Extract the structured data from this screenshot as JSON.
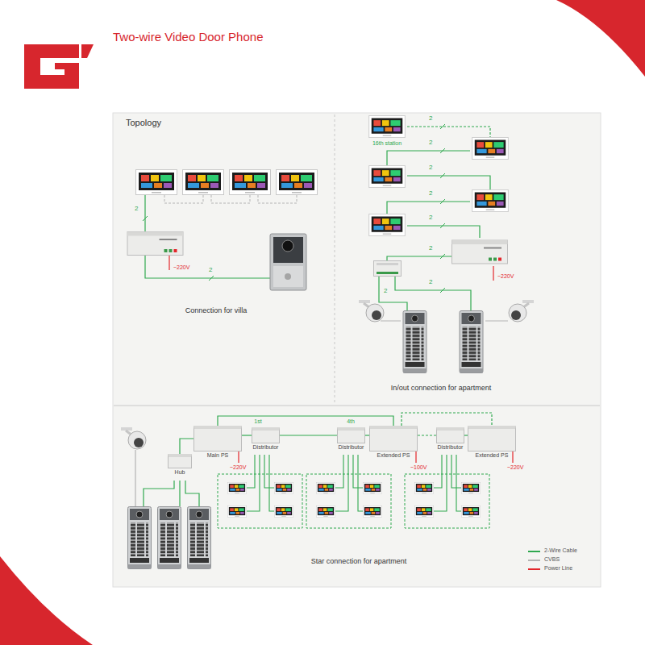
{
  "diagram": {
    "title": "Two-wire Video Door Phone",
    "nodes": [
      {
        "text": [
          "Hub"
        ]
      },
      {
        "text": [
          "Main PS"
        ]
      },
      {
        "text": [
          "Distributor"
        ]
      },
      {
        "text": [
          "Distributor"
        ]
      },
      {
        "text": [
          "Extended PS"
        ]
      },
      {
        "text": [
          "Distributor"
        ]
      },
      {
        "text": [
          "Extended PS"
        ]
      }
    ],
    "edges": [
      {
        "from": 0,
        "to": 1,
        "arrow": "none"
      },
      {
        "from": 1,
        "to": 2,
        "arrow": "none"
      },
      {
        "from": 2,
        "to": 3,
        "arrow": "none"
      },
      {
        "from": 3,
        "to": 4,
        "arrow": "none"
      },
      {
        "from": 1,
        "to": 4,
        "arrow": "none"
      },
      {
        "from": 4,
        "to": 5,
        "arrow": "none"
      },
      {
        "from": 5,
        "to": 6,
        "arrow": "none"
      },
      {
        "from": 4,
        "to": 6,
        "arrow": "none"
      }
    ],
    "labels": [
      "Topology",
      "2",
      "~220V",
      "2",
      "Connection for villa",
      "2",
      "16th station",
      "2",
      "2",
      "2",
      "2",
      "2",
      "~220V",
      "2",
      "2",
      "In/out connection for apartment",
      "1st",
      "4th",
      "~220V",
      "~100V",
      "~220V",
      "Star connection for apartment"
    ],
    "legend": [
      {
        "text": "2-Wire Cable",
        "color": "#2fa84f"
      },
      {
        "text": "CVBS",
        "color": "#b3b3b3"
      },
      {
        "text": "Power Line",
        "color": "#e3262b"
      }
    ]
  }
}
